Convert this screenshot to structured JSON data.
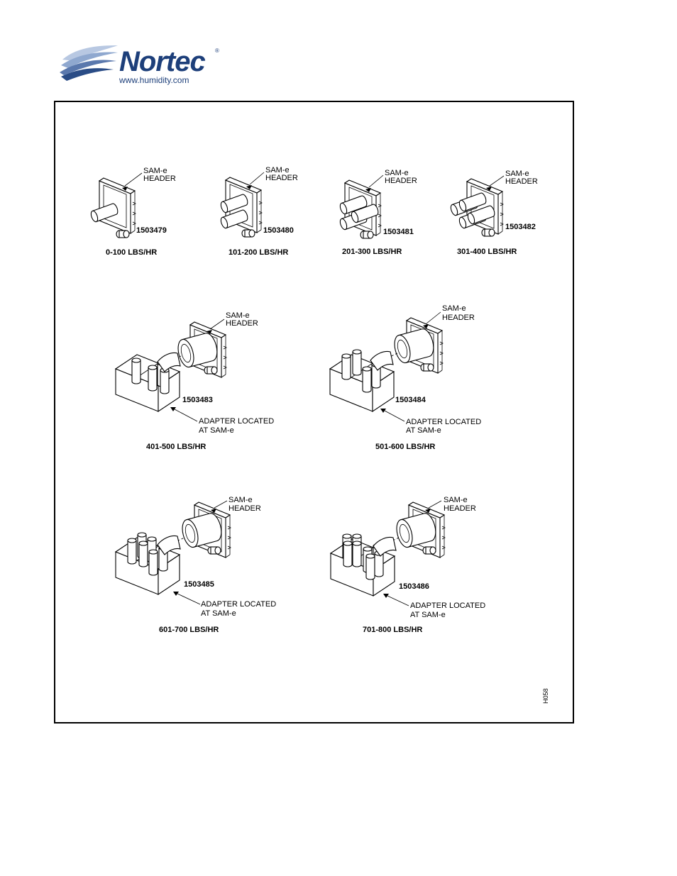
{
  "brand": {
    "name": "Nortec",
    "registered": "®",
    "url": "www.humidity.com",
    "colors": {
      "primary": "#1d3f7a",
      "wave_light": "#8fa8cf",
      "wave_dark": "#2a4c86"
    }
  },
  "labels": {
    "header_line1": "SAM-e",
    "header_line2": "HEADER",
    "adapter_line1": "ADAPTER LOCATED",
    "adapter_line2": "AT SAM-e",
    "figure_code": "H058"
  },
  "small_units": [
    {
      "part": "1503479",
      "capacity": "0-100 LBS/HR"
    },
    {
      "part": "1503480",
      "capacity": "101-200 LBS/HR"
    },
    {
      "part": "1503481",
      "capacity": "201-300 LBS/HR"
    },
    {
      "part": "1503482",
      "capacity": "301-400 LBS/HR"
    }
  ],
  "adapter_units": [
    {
      "part": "1503483",
      "capacity": "401-500 LBS/HR"
    },
    {
      "part": "1503484",
      "capacity": "501-600 LBS/HR"
    },
    {
      "part": "1503485",
      "capacity": "601-700 LBS/HR"
    },
    {
      "part": "1503486",
      "capacity": "701-800 LBS/HR"
    }
  ]
}
